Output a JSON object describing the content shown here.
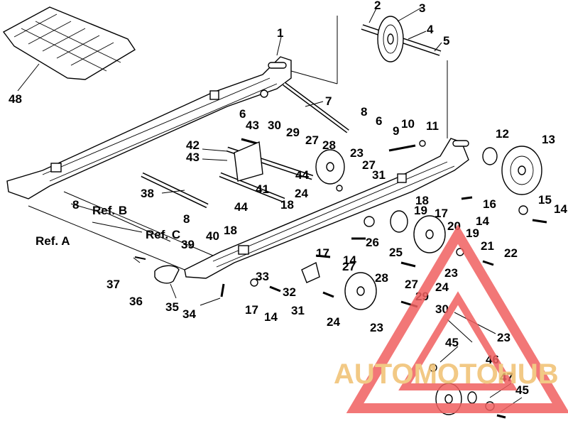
{
  "callouts": {
    "c1": "1",
    "c2": "2",
    "c3": "3",
    "c4": "4",
    "c5": "5",
    "c6a": "6",
    "c6b": "6",
    "c7": "7",
    "c8a": "8",
    "c8b": "8",
    "c8c": "8",
    "c9": "9",
    "c10": "10",
    "c11": "11",
    "c12": "12",
    "c13": "13",
    "c14a": "14",
    "c14b": "14",
    "c14c": "14",
    "c14d": "14",
    "c15": "15",
    "c16": "16",
    "c17a": "17",
    "c17b": "17",
    "c17c": "17",
    "c18a": "18",
    "c18b": "18",
    "c18c": "18",
    "c19a": "19",
    "c19b": "19",
    "c20": "20",
    "c21": "21",
    "c22": "22",
    "c23a": "23",
    "c23b": "23",
    "c23c": "23",
    "c23d": "23",
    "c24a": "24",
    "c24b": "24",
    "c24c": "24",
    "c25": "25",
    "c26": "26",
    "c27a": "27",
    "c27b": "27",
    "c27c": "27",
    "c27d": "27",
    "c28a": "28",
    "c28b": "28",
    "c29a": "29",
    "c29b": "29",
    "c30a": "30",
    "c30b": "30",
    "c31a": "31",
    "c31b": "31",
    "c32": "32",
    "c33": "33",
    "c34": "34",
    "c35": "35",
    "c36": "36",
    "c37": "37",
    "c38": "38",
    "c39": "39",
    "c40": "40",
    "c41": "41",
    "c42": "42",
    "c43a": "43",
    "c43b": "43",
    "c44a": "44",
    "c44b": "44",
    "c45a": "45",
    "c45b": "45",
    "c46": "46",
    "c47": "47",
    "c48": "48"
  },
  "references": {
    "ref_a": "Ref. A",
    "ref_b": "Ref. B",
    "ref_c": "Ref. C"
  },
  "watermark": {
    "text_a": "AUTOMOTO",
    "text_b": "HUB",
    "triangle_color": "#f06060",
    "text_color": "#f0c070"
  }
}
